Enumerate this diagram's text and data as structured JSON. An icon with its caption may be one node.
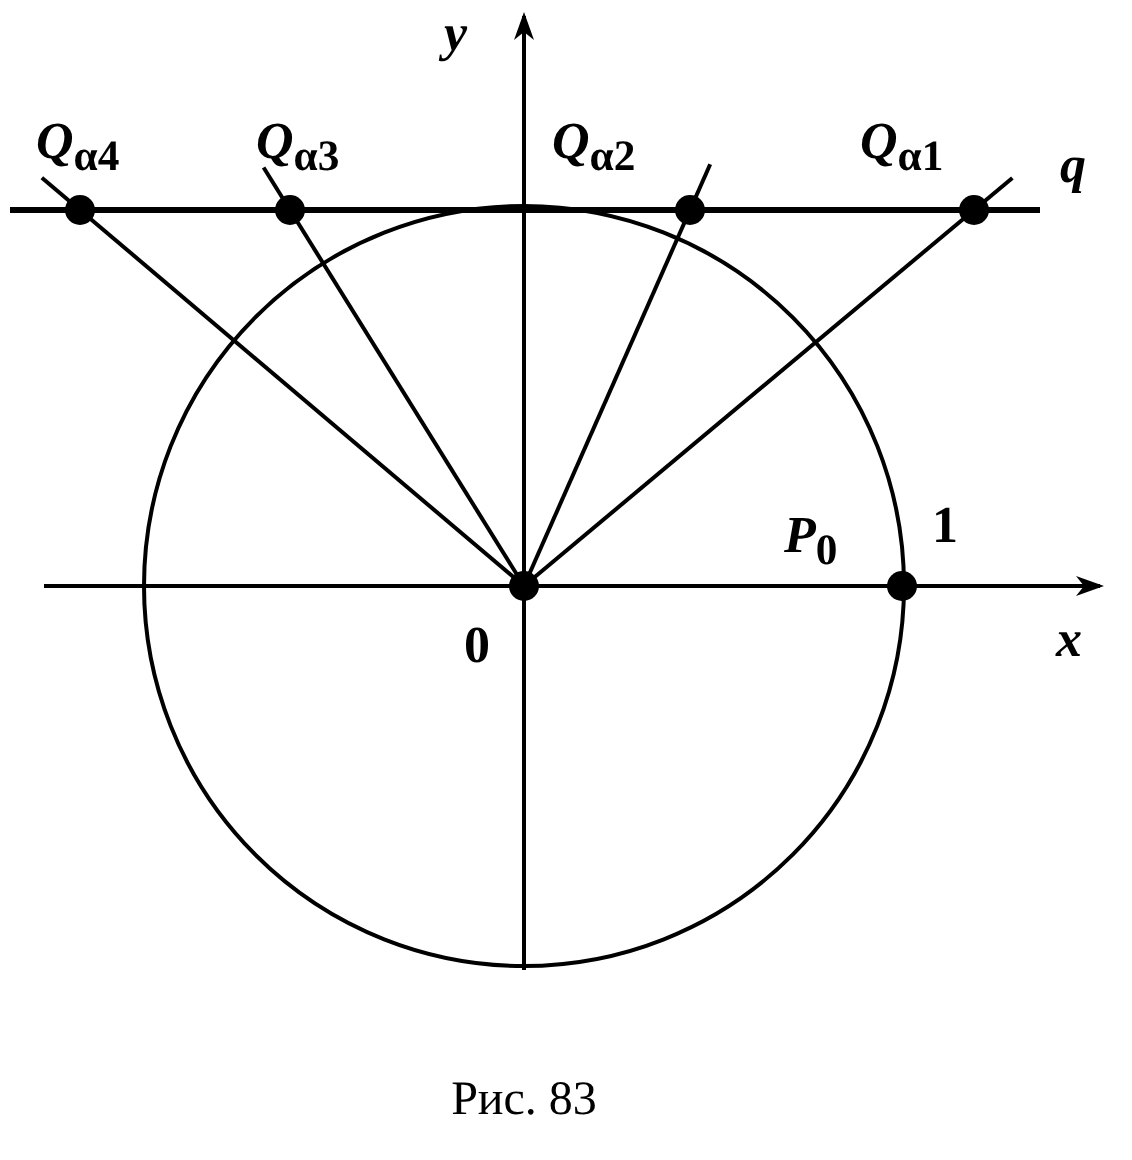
{
  "diagram": {
    "caption": "Рис. 83",
    "nodes": [
      {
        "text": [
          "0"
        ]
      },
      {
        "text": [
          "*Q*$_{α4}$"
        ]
      },
      {
        "text": [
          "*Q*$_{α3}$"
        ]
      },
      {
        "text": [
          "*Q*$_{α2}$"
        ]
      },
      {
        "text": [
          "*Q*$_{α1}$"
        ]
      },
      {
        "text": [
          "*P*$_{0}$"
        ],
        "beside": [
          "1"
        ]
      }
    ],
    "edges": [
      {
        "from": 0,
        "to": 1,
        "arrow": "none"
      },
      {
        "from": 0,
        "to": 2,
        "arrow": "none"
      },
      {
        "from": 0,
        "to": 3,
        "arrow": "none"
      },
      {
        "from": 0,
        "to": 4,
        "arrow": "none"
      }
    ],
    "labels": [
      "y",
      "q",
      "x"
    ]
  }
}
